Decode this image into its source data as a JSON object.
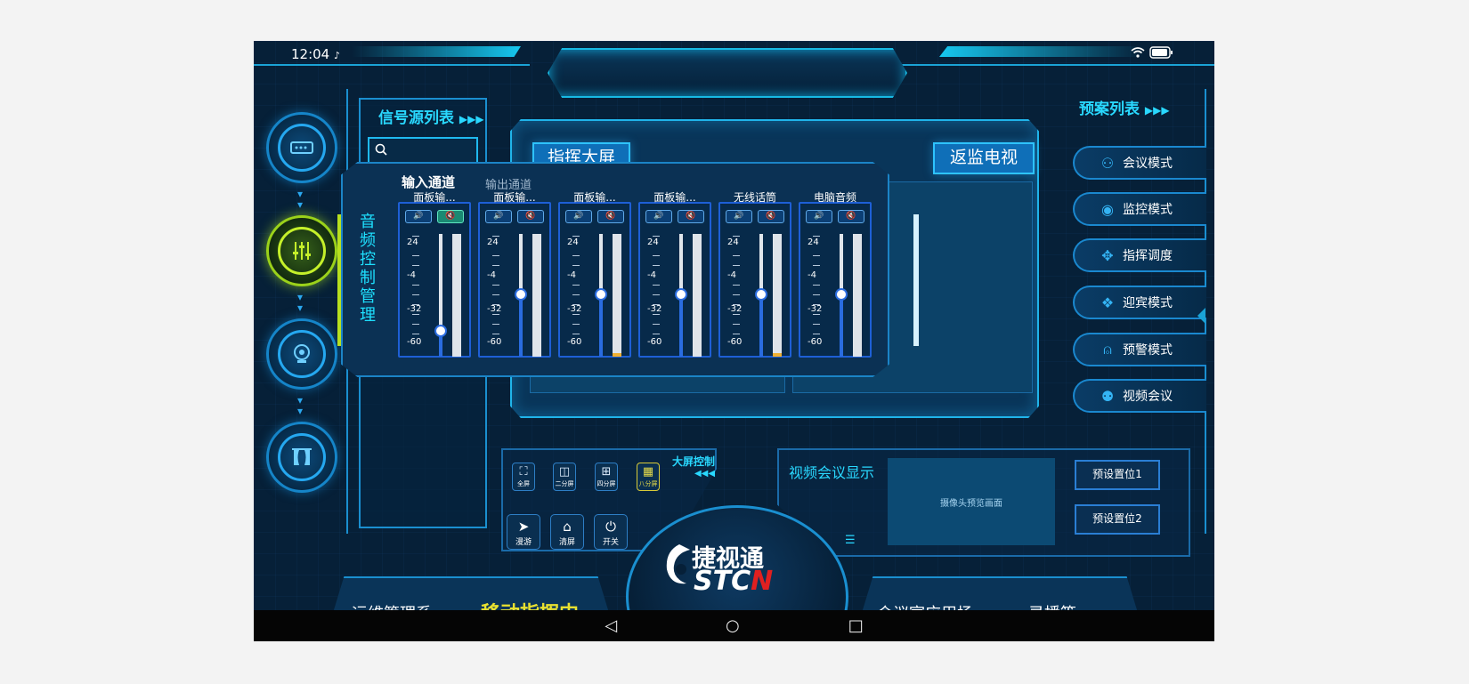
{
  "status_bar": {
    "time": "12:04",
    "tiktok_icon": "♪",
    "wifi_icon": "wifi-icon",
    "battery_icon": "battery-icon"
  },
  "signal_source": {
    "title": "信号源列表",
    "arrows": "▶▶▶"
  },
  "plan_list": {
    "title": "预案列表",
    "arrows": "▶▶▶",
    "modes": [
      {
        "label": "会议模式",
        "icon": "meeting-icon",
        "glyph": "⚇"
      },
      {
        "label": "监控模式",
        "icon": "monitor-icon",
        "glyph": "◉"
      },
      {
        "label": "指挥调度",
        "icon": "dispatch-icon",
        "glyph": "✥"
      },
      {
        "label": "迎宾模式",
        "icon": "welcome-icon",
        "glyph": "❖"
      },
      {
        "label": "预警模式",
        "icon": "alarm-icon",
        "glyph": "⍝"
      },
      {
        "label": "视频会议",
        "icon": "video-conference-icon",
        "glyph": "⚉"
      }
    ]
  },
  "main_screen": {
    "command_screen": "指挥大屏",
    "monitor_tv": "返监电视"
  },
  "audio_panel": {
    "vertical_title": [
      "音",
      "频",
      "控",
      "制",
      "管",
      "理"
    ],
    "tab_input": "输入通道",
    "tab_output": "输出通道",
    "scale": [
      "24",
      "-4",
      "-32",
      "-60"
    ],
    "channels": [
      {
        "name": "面板输...",
        "level": 0.2,
        "meter": 0.0,
        "muted": true
      },
      {
        "name": "面板输...",
        "level": 0.5,
        "meter": 0.0,
        "muted": false
      },
      {
        "name": "面板输...",
        "level": 0.5,
        "meter": 0.03,
        "muted": false
      },
      {
        "name": "面板输...",
        "level": 0.5,
        "meter": 0.0,
        "muted": false
      },
      {
        "name": "无线话筒",
        "level": 0.5,
        "meter": 0.03,
        "muted": false
      },
      {
        "name": "电脑音频",
        "level": 0.5,
        "meter": 0.0,
        "muted": false
      }
    ]
  },
  "screen_control": {
    "title": "大屏控制",
    "arrows": "◀◀◀",
    "layouts": [
      {
        "label": "全屏",
        "glyph": "⛶"
      },
      {
        "label": "二分屏",
        "glyph": "◫"
      },
      {
        "label": "四分屏",
        "glyph": "⊞"
      },
      {
        "label": "八分屏",
        "glyph": "▦"
      }
    ],
    "actions": [
      {
        "label": "漫游",
        "glyph": "➤"
      },
      {
        "label": "清屏",
        "glyph": "⌂"
      },
      {
        "label": "开关",
        "glyph": "⏻"
      }
    ]
  },
  "video_conf": {
    "title": "视频会议显示",
    "preview": "摄像头预览画面",
    "preset1": "预设置位1",
    "preset2": "预设置位2"
  },
  "logo": {
    "cn": "捷视通",
    "en": "STCN"
  },
  "bottom_tabs": {
    "t1": "运维管理系",
    "t2": "移动指挥中",
    "t3": "会议室应用场",
    "t4": "录播等"
  },
  "nav_bar": {
    "back": "◁",
    "home": "○",
    "recent": "□"
  }
}
